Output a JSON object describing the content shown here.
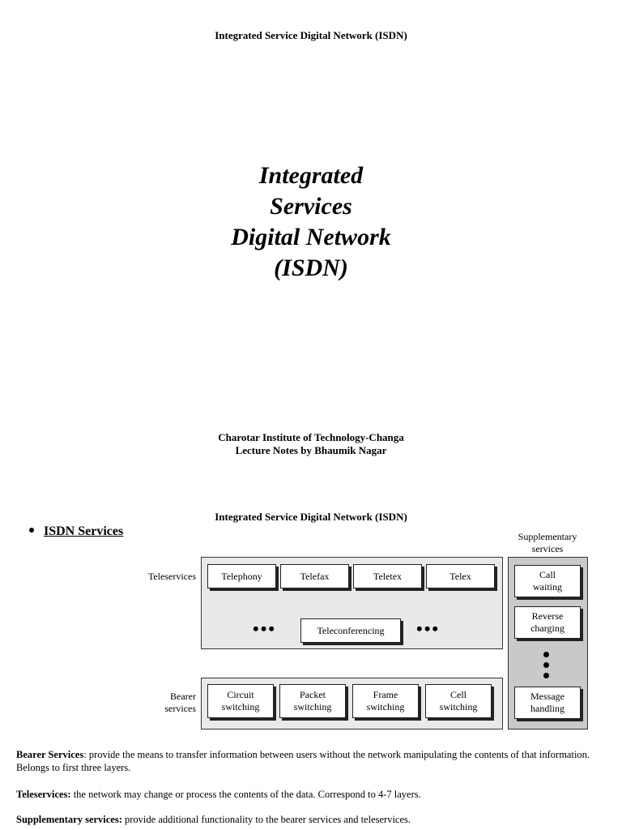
{
  "page1": {
    "header": "Integrated Service Digital Network (ISDN)",
    "title_lines": [
      "Integrated",
      "Services",
      "Digital Network",
      "(ISDN)"
    ],
    "credit_line1": "Charotar Institute of Technology-Changa",
    "credit_line2": "Lecture Notes by Bhaumik Nagar"
  },
  "page2": {
    "header": "Integrated Service Digital Network (ISDN)",
    "bullet": "ISDN Services",
    "diagram": {
      "teleservices_label": "Teleservices",
      "bearer_label_line1": "Bearer",
      "bearer_label_line2": "services",
      "supplementary_label_line1": "Supplementary",
      "supplementary_label_line2": "services",
      "teleservices": [
        "Telephony",
        "Telefax",
        "Teletex",
        "Telex"
      ],
      "teleconferencing": "Teleconferencing",
      "bearer_services": [
        {
          "line1": "Circuit",
          "line2": "switching"
        },
        {
          "line1": "Packet",
          "line2": "switching"
        },
        {
          "line1": "Frame",
          "line2": "switching"
        },
        {
          "line1": "Cell",
          "line2": "switching"
        }
      ],
      "supplementary_services": [
        {
          "line1": "Call",
          "line2": "waiting"
        },
        {
          "line1": "Reverse",
          "line2": "charging"
        },
        {
          "line1": "Message",
          "line2": "handling"
        }
      ],
      "ellipsis": "•••"
    },
    "definitions": [
      {
        "term": "Bearer Services",
        "sep": ":",
        "text": " provide the means to transfer information between users without the network manipulating the contents of that information. Belongs to first three layers."
      },
      {
        "term": "Teleservices:",
        "sep": "",
        "text": " the network may change or process the contents of the data. Correspond to 4-7 layers."
      },
      {
        "term": "Supplementary services:",
        "sep": "",
        "text": " provide additional functionality to the bearer services and teleservices."
      }
    ]
  }
}
